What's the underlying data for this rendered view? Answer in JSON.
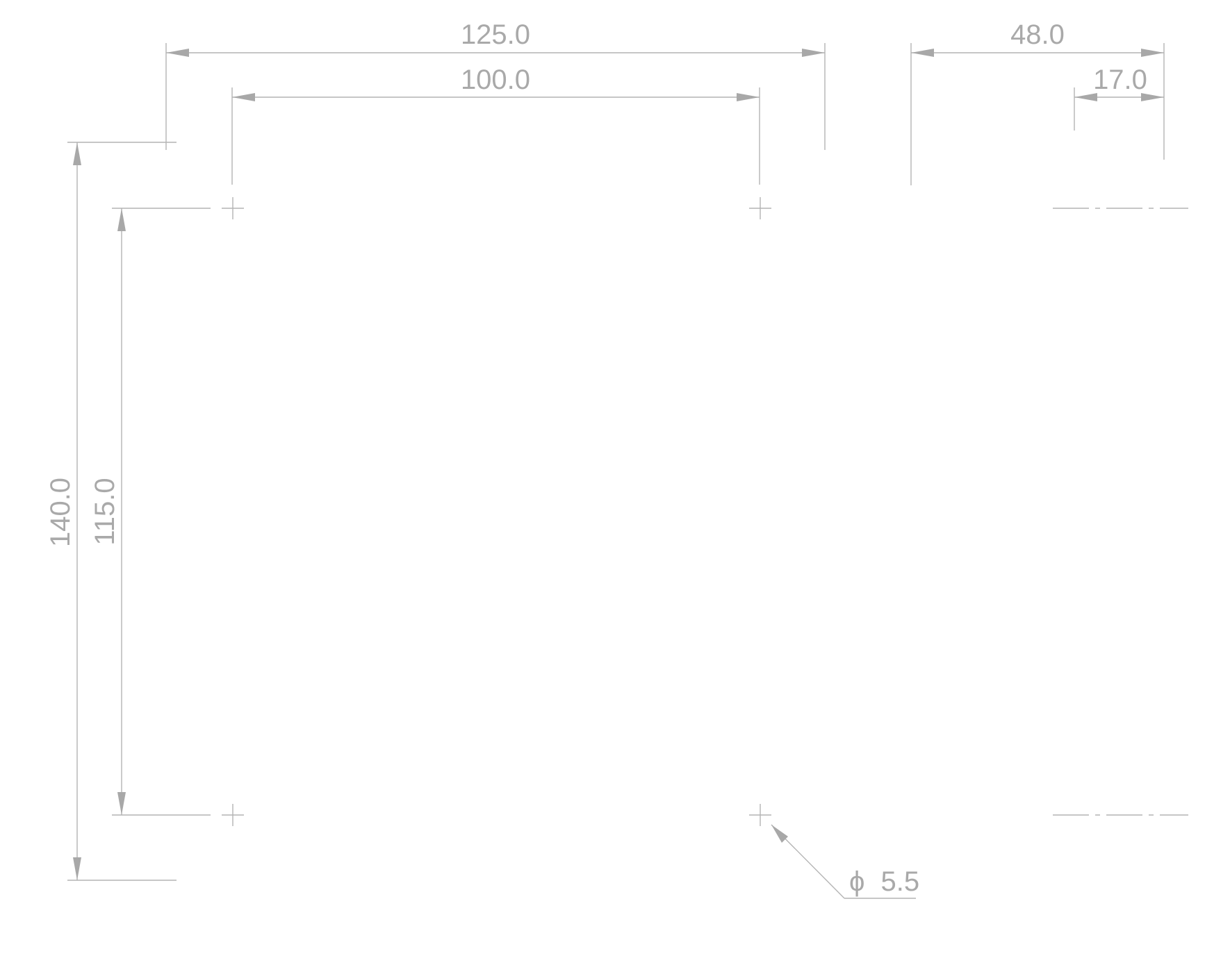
{
  "drawing": {
    "line_color": "#b4b4b4",
    "text_color": "#a9a9a9",
    "dimensions": {
      "outer_width": "125.0",
      "hole_spacing_horizontal": "100.0",
      "side_depth": "48.0",
      "side_offset": "17.0",
      "outer_height": "140.0",
      "hole_spacing_vertical": "115.0"
    },
    "hole_callout": {
      "symbol": "ϕ",
      "diameter": "5.5"
    }
  }
}
